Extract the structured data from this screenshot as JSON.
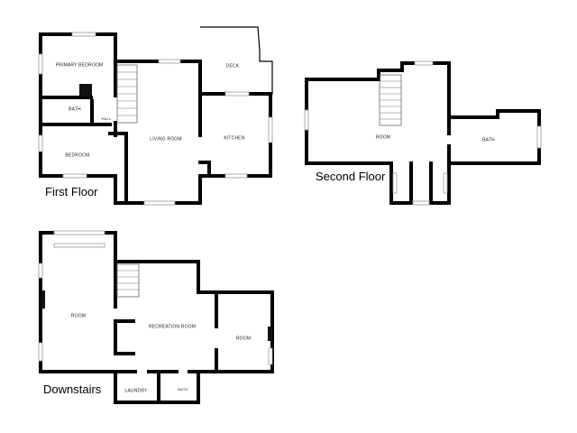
{
  "floors": {
    "first": {
      "title": "First Floor",
      "rooms": {
        "primary_bedroom": "PRIMARY BEDROOM",
        "deck": "DECK",
        "bath": "BATH",
        "hall": "HALL",
        "living_room": "LIVING ROOM",
        "kitchen": "KITCHEN",
        "bedroom": "BEDROOM"
      }
    },
    "second": {
      "title": "Second Floor",
      "rooms": {
        "room": "ROOM",
        "bath": "BATH"
      }
    },
    "downstairs": {
      "title": "Downstairs",
      "rooms": {
        "room_left": "ROOM",
        "recreation_room": "RECREATION ROOM",
        "room_right": "ROOM",
        "laundry": "LAUNDRY",
        "bath": "BATH"
      }
    }
  }
}
